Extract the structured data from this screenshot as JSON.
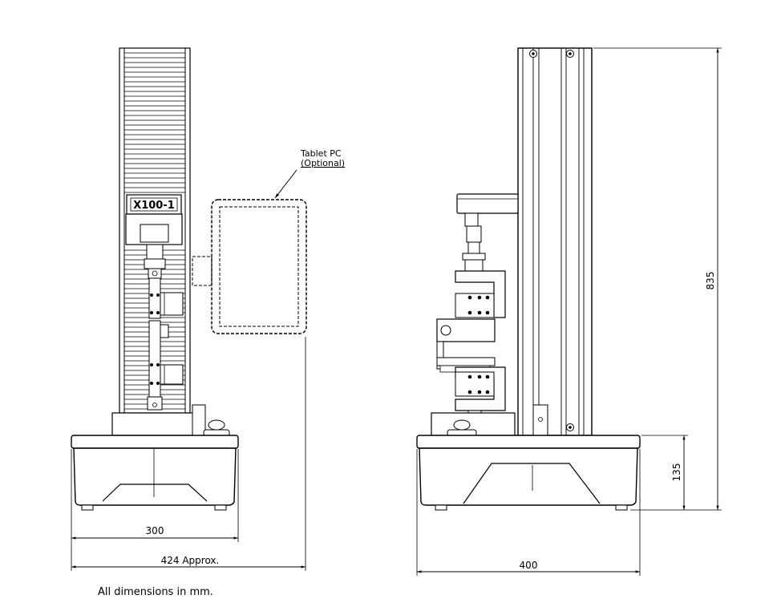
{
  "front_view": {
    "model_label": "X100-1",
    "tablet_label_line1": "Tablet PC",
    "tablet_label_line2": "(Optional)"
  },
  "dimensions": {
    "base_width": "300",
    "overall_width": "424 Approx.",
    "side_depth": "400",
    "overall_height": "835",
    "base_height": "135"
  },
  "note": "All dimensions in mm."
}
